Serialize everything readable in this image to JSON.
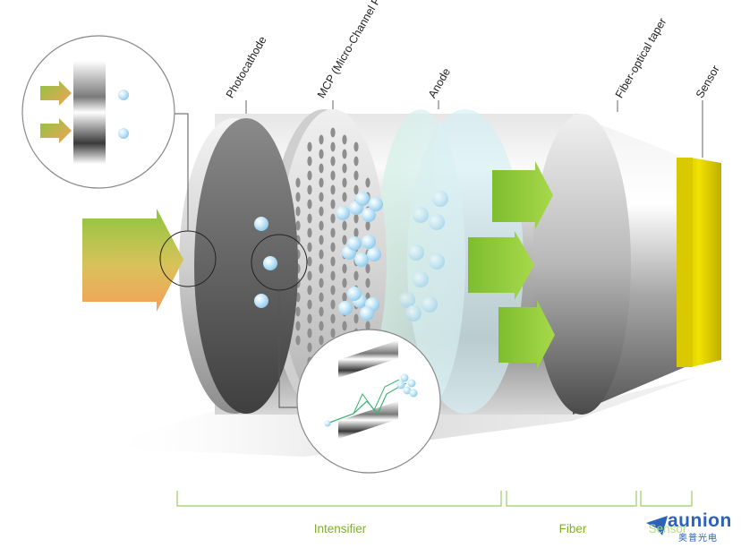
{
  "labels": {
    "photocathode": "Photocathode",
    "mcp": "MCP (Micro-Channel Plate)",
    "anode": "Anode",
    "fiber_taper": "Fiber-optical taper",
    "sensor": "Sensor"
  },
  "sections": {
    "intensifier": "Intensifier",
    "fiber": "Fiber",
    "sensor": "Sensor"
  },
  "logo": {
    "brand": "aunion",
    "chinese": "奥普光电"
  },
  "colors": {
    "cylinder_light": "#f4f4f4",
    "cylinder_dark": "#5a5a5a",
    "arrow_green": "#8cc63f",
    "arrow_orange": "#f5a05a",
    "electron_blue": "#a8d8f0",
    "sensor_yellow": "#e3d300",
    "anode_tint": "#c9ece0",
    "bracket_green": "#9ccc65",
    "logo_blue": "#2b63b8"
  }
}
